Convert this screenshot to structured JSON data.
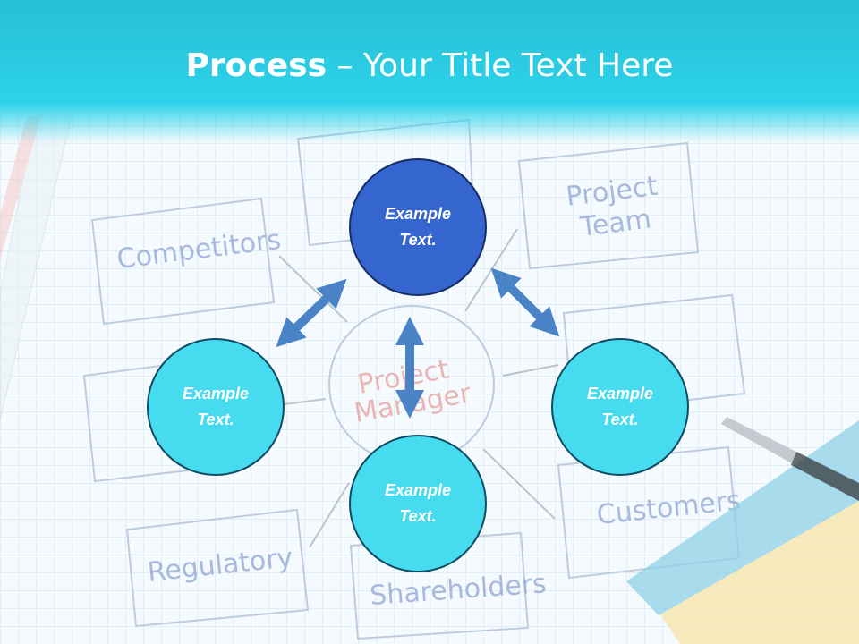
{
  "slide": {
    "title_bold": "Process",
    "title_rest": " – Your Title Text Here"
  },
  "background": {
    "sketch_labels": [
      "Competitors",
      "Project Team",
      "Regulatory",
      "Shareholders",
      "Customers",
      "Project Manager"
    ]
  },
  "nodes": {
    "top": {
      "label": "Example Text."
    },
    "left": {
      "label": "Example Text."
    },
    "right": {
      "label": "Example Text."
    },
    "bottom": {
      "label": "Example Text."
    }
  },
  "colors": {
    "header": "#2dd3ea",
    "node_cyan": "#46dbef",
    "node_blue": "#3565cf",
    "arrow": "#4a84c6"
  }
}
